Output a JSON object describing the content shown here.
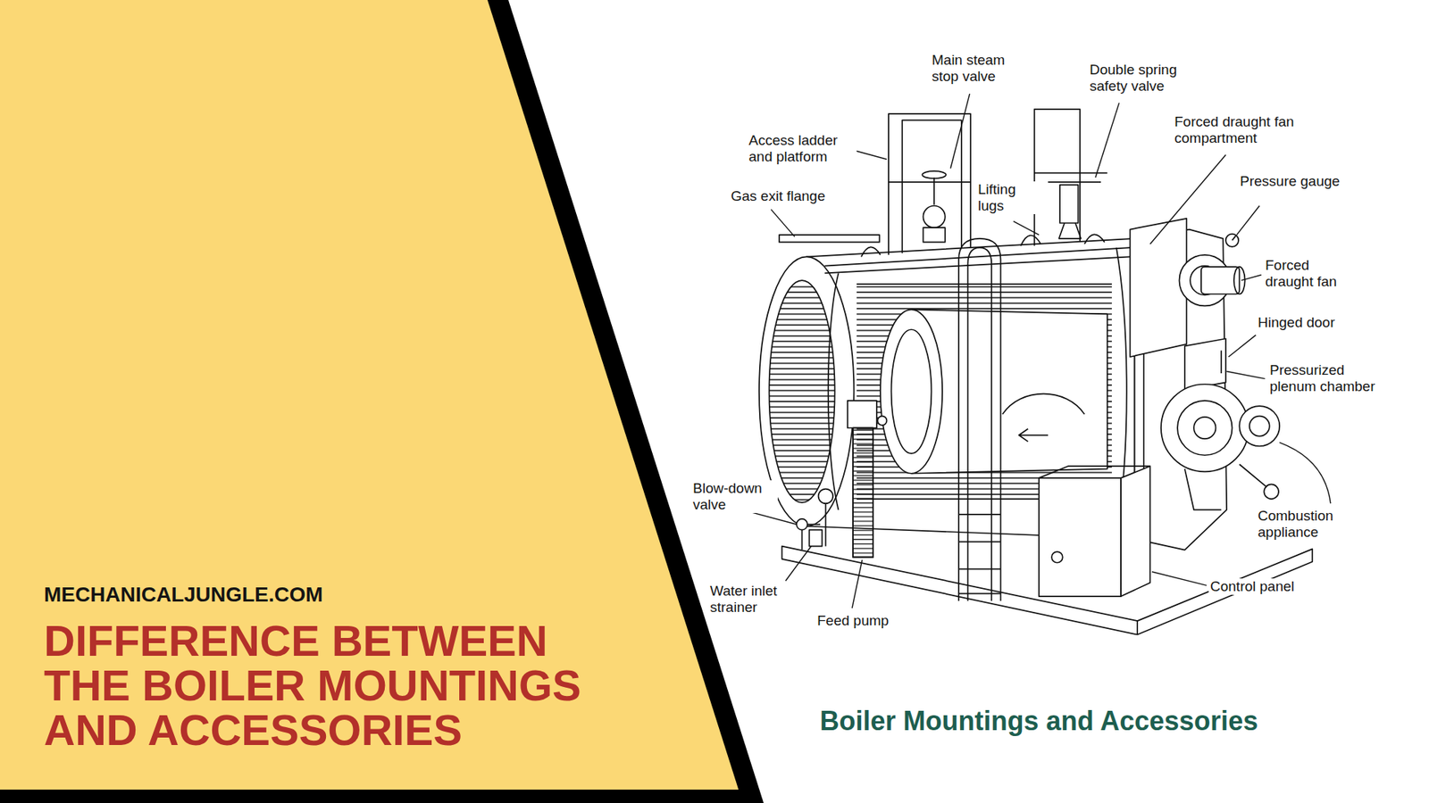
{
  "diagram": {
    "title": "DIFFERENCE BETWEEN THE BOILER MOUNTINGS AND ACCESSORIES",
    "caption": "Boiler Mountings and Accessories",
    "labels": [
      "MECHANICALJUNGLE.COM",
      "Main steam stop valve",
      "Double spring safety valve",
      "Access ladder and platform",
      "Forced draught fan compartment",
      "Pressure gauge",
      "Gas exit flange",
      "Lifting lugs",
      "Forced draught fan",
      "Hinged door",
      "Pressurized plenum chamber",
      "Blow-down valve",
      "Combustion appliance",
      "Water inlet strainer",
      "Feed pump",
      "Control panel"
    ]
  }
}
